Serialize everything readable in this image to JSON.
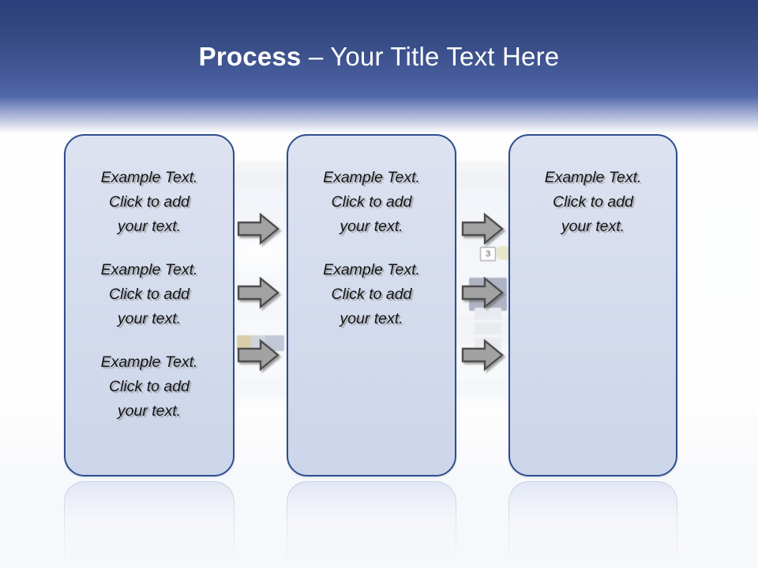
{
  "slide": {
    "title_strong": "Process",
    "title_rest": " – Your Title Text Here",
    "accent_header_dark": "#2b3f7b",
    "accent_header_light": "#5068a8",
    "box_border_color": "#2e4d8e",
    "box_fill_color": "#d6dcef",
    "arrow_fill_color": "#a0a0a0",
    "arrow_outline_color": "#4d4d4d",
    "text_color": "#141414"
  },
  "boxes": [
    {
      "name": "box-1",
      "paragraphs": [
        "Example Text.\nClick  to add\nyour text.",
        "Example Text.\nClick  to add\nyour text.",
        "Example Text.\nClick  to add\nyour text."
      ]
    },
    {
      "name": "box-2",
      "paragraphs": [
        "Example Text.\nClick  to add\nyour text.",
        "Example Text.\nClick  to add\nyour text."
      ]
    },
    {
      "name": "box-3",
      "paragraphs": [
        "Example Text.\nClick  to add\nyour text."
      ]
    }
  ],
  "connectors": [
    {
      "name": "arrow-1-to-2-row-1",
      "icon": "arrow-right-icon"
    },
    {
      "name": "arrow-1-to-2-row-2",
      "icon": "arrow-right-icon"
    },
    {
      "name": "arrow-1-to-2-row-3",
      "icon": "arrow-right-icon"
    },
    {
      "name": "arrow-2-to-3-row-1",
      "icon": "arrow-right-icon"
    },
    {
      "name": "arrow-2-to-3-row-2",
      "icon": "arrow-right-icon"
    },
    {
      "name": "arrow-2-to-3-row-3",
      "icon": "arrow-right-icon"
    }
  ],
  "background": {
    "badge_count": "3"
  }
}
